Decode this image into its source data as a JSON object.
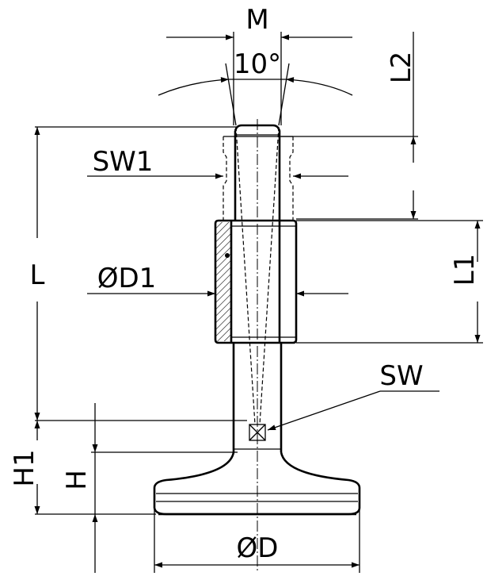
{
  "drawing": {
    "title": "Levelling foot dimension drawing",
    "labels": {
      "M": "M",
      "angle": "10°",
      "L2": "L2",
      "L": "L",
      "SW1": "SW1",
      "D1": "ØD1",
      "L1": "L1",
      "SW": "SW",
      "H1": "H1",
      "H": "H",
      "D": "ØD"
    },
    "line_color": "#000000",
    "background": "#ffffff"
  }
}
